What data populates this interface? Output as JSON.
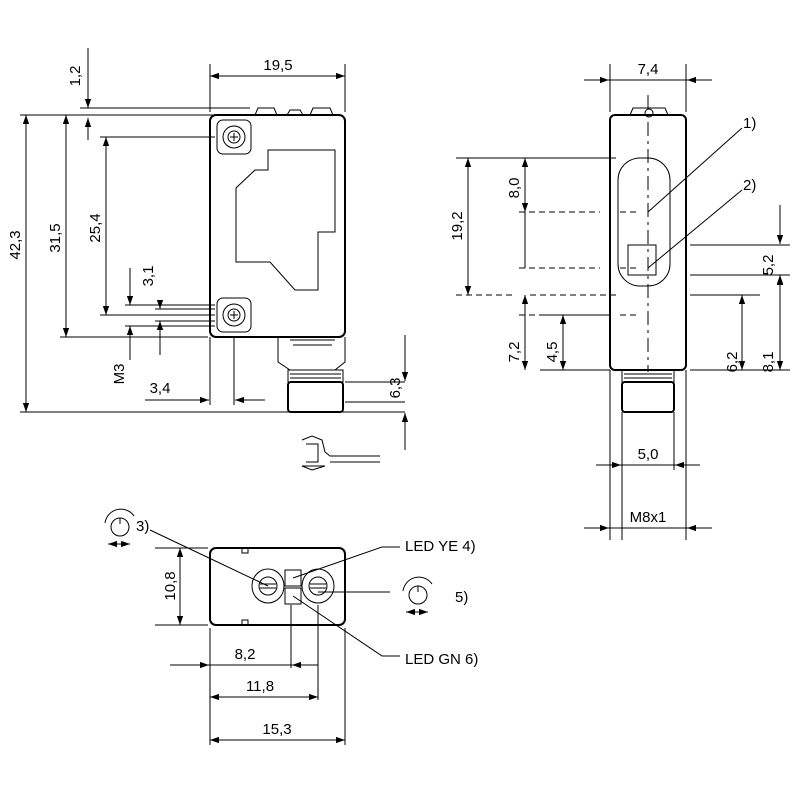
{
  "drawing": {
    "front_view": {
      "dims": {
        "top_offset": "1,2",
        "width": "19,5",
        "total_height": "42,3",
        "body_height": "31,5",
        "hole_spacing": "25,4",
        "hole_offset": "3,1",
        "thread": "M3",
        "hole_edge": "3,4",
        "connector_height": "6,3"
      }
    },
    "side_view": {
      "dims": {
        "width": "7,4",
        "lens_height": "19,2",
        "axis_1": "8,0",
        "led_window": "5,2",
        "bottom_1": "7,2",
        "bottom_2": "4,5",
        "bottom_3": "6,2",
        "bottom_4": "8,1",
        "connector_width": "5,0",
        "connector_thread": "M8x1"
      },
      "callouts": [
        "1)",
        "2)"
      ]
    },
    "top_view": {
      "dims": {
        "height": "10,8",
        "d1": "8,2",
        "d2": "11,8",
        "d3": "15,3"
      },
      "callouts": {
        "pot_left": "3)",
        "led_ye": "LED YE 4)",
        "pot_right": "5)",
        "led_gn": "LED GN 6)"
      }
    }
  }
}
